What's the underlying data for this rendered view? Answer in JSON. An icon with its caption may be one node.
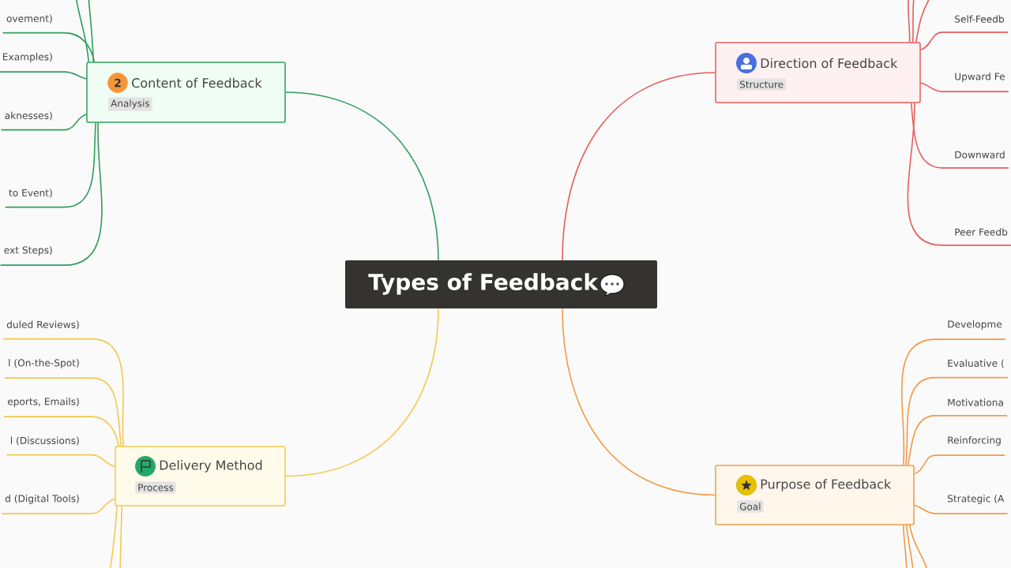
{
  "diagram": {
    "nodes": [
      {
        "text": [
          "Types of Feedback"
        ]
      },
      {
        "text": [
          "2",
          "Content of Feedback",
          "Analysis"
        ]
      },
      {
        "text": [
          "Direction of Feedback",
          "Structure"
        ]
      },
      {
        "text": [
          "Delivery Method",
          "Process"
        ]
      },
      {
        "text": [
          "Purpose of Feedback",
          "Goal"
        ]
      },
      {
        "text": [
          "ovement)"
        ]
      },
      {
        "text": [
          "Examples)"
        ]
      },
      {
        "text": [
          "aknesses)"
        ]
      },
      {
        "text": [
          "to Event)"
        ]
      },
      {
        "text": [
          "ext Steps)"
        ]
      },
      {
        "text": [
          "Self-Feedb"
        ]
      },
      {
        "text": [
          "Upward Fe"
        ]
      },
      {
        "text": [
          "Downward"
        ]
      },
      {
        "text": [
          "Peer Feedb"
        ]
      },
      {
        "text": [
          "duled Reviews)"
        ]
      },
      {
        "text": [
          "l (On-the-Spot)"
        ]
      },
      {
        "text": [
          "eports, Emails)"
        ]
      },
      {
        "text": [
          "l (Discussions)"
        ]
      },
      {
        "text": [
          "d (Digital Tools)"
        ]
      },
      {
        "text": [
          "Developme"
        ]
      },
      {
        "text": [
          "Evaluative ("
        ]
      },
      {
        "text": [
          "Motivationa"
        ]
      },
      {
        "text": [
          "Reinforcing"
        ]
      },
      {
        "text": [
          "Strategic (A"
        ]
      }
    ],
    "edges": [
      {
        "from": 0,
        "to": 1,
        "arrow": "none",
        "color": "#2e9e5b"
      },
      {
        "from": 0,
        "to": 2,
        "arrow": "none",
        "color": "#e85c5c"
      },
      {
        "from": 0,
        "to": 3,
        "arrow": "none",
        "color": "#f2c94c"
      },
      {
        "from": 0,
        "to": 4,
        "arrow": "none",
        "color": "#f29a45"
      },
      {
        "from": 1,
        "to": null,
        "arrow": "none",
        "color": "#2e9e5b"
      },
      {
        "from": 1,
        "to": null,
        "arrow": "none",
        "color": "#2e9e5b"
      },
      {
        "from": 1,
        "to": 5,
        "arrow": "none",
        "color": "#2e9e5b"
      },
      {
        "from": 1,
        "to": 6,
        "arrow": "none",
        "color": "#2e9e5b"
      },
      {
        "from": 1,
        "to": 7,
        "arrow": "none",
        "color": "#2e9e5b"
      },
      {
        "from": 1,
        "to": 8,
        "arrow": "none",
        "color": "#2e9e5b"
      },
      {
        "from": 1,
        "to": 9,
        "arrow": "none",
        "color": "#2e9e5b"
      },
      {
        "from": 2,
        "to": null,
        "arrow": "none",
        "color": "#e85c5c"
      },
      {
        "from": 2,
        "to": null,
        "arrow": "none",
        "color": "#e85c5c"
      },
      {
        "from": 2,
        "to": null,
        "arrow": "none",
        "color": "#e85c5c"
      },
      {
        "from": 2,
        "to": 10,
        "arrow": "none",
        "color": "#e85c5c"
      },
      {
        "from": 2,
        "to": 11,
        "arrow": "none",
        "color": "#e85c5c"
      },
      {
        "from": 2,
        "to": 12,
        "arrow": "none",
        "color": "#e85c5c"
      },
      {
        "from": 2,
        "to": 13,
        "arrow": "none",
        "color": "#e85c5c"
      },
      {
        "from": 3,
        "to": 14,
        "arrow": "none",
        "color": "#f2c94c"
      },
      {
        "from": 3,
        "to": 15,
        "arrow": "none",
        "color": "#f2c94c"
      },
      {
        "from": 3,
        "to": 16,
        "arrow": "none",
        "color": "#f2c94c"
      },
      {
        "from": 3,
        "to": 17,
        "arrow": "none",
        "color": "#f2c94c"
      },
      {
        "from": 3,
        "to": 18,
        "arrow": "none",
        "color": "#f2c94c"
      },
      {
        "from": 3,
        "to": null,
        "arrow": "none",
        "color": "#f2c94c"
      },
      {
        "from": 3,
        "to": null,
        "arrow": "none",
        "color": "#f2c94c"
      },
      {
        "from": 4,
        "to": 19,
        "arrow": "none",
        "color": "#f29a45"
      },
      {
        "from": 4,
        "to": 20,
        "arrow": "none",
        "color": "#f29a45"
      },
      {
        "from": 4,
        "to": 21,
        "arrow": "none",
        "color": "#f29a45"
      },
      {
        "from": 4,
        "to": 22,
        "arrow": "none",
        "color": "#f29a45"
      },
      {
        "from": 4,
        "to": 23,
        "arrow": "none",
        "color": "#f29a45"
      },
      {
        "from": 4,
        "to": null,
        "arrow": "none",
        "color": "#f29a45"
      },
      {
        "from": 4,
        "to": null,
        "arrow": "none",
        "color": "#f29a45"
      },
      {
        "from": 4,
        "to": null,
        "arrow": "none",
        "color": "#f29a45"
      }
    ]
  }
}
